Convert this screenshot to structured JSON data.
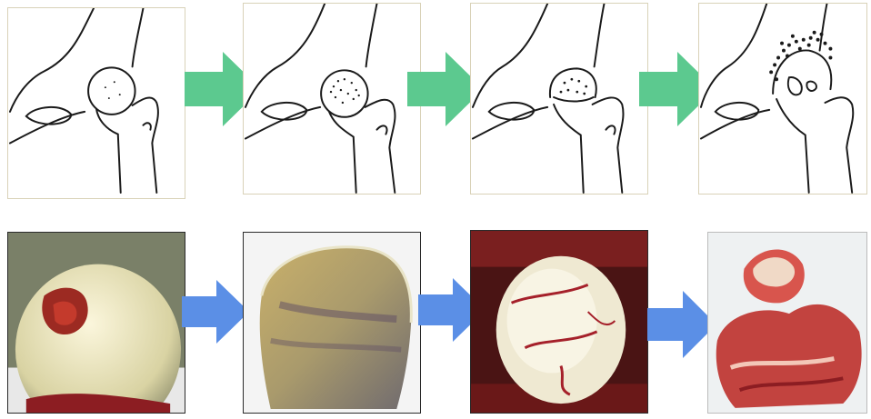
{
  "colors": {
    "top_arrow": "#5cc98f",
    "bottom_arrow": "#5b8fe6",
    "sketch_border": "#d9d2b8",
    "line_art": "#1a1a1a",
    "bone_white": "#f1ecd2",
    "blood_red": "#a5202a"
  },
  "stages": [
    {
      "sketch": "hip-joint-normal-sketch",
      "photo": "femoral-head-early-lesion-photo"
    },
    {
      "sketch": "hip-joint-speckled-sketch",
      "photo": "femoral-head-section-photo"
    },
    {
      "sketch": "hip-joint-flattened-sketch",
      "photo": "femoral-head-cracked-cartilage-photo"
    },
    {
      "sketch": "hip-joint-collapsed-sketch",
      "photo": "femoral-head-destroyed-photo"
    }
  ],
  "arrows": {
    "top": [
      "arrow-right-icon",
      "arrow-right-icon",
      "arrow-right-icon"
    ],
    "bottom": [
      "arrow-right-icon",
      "arrow-right-icon",
      "arrow-right-icon"
    ]
  }
}
